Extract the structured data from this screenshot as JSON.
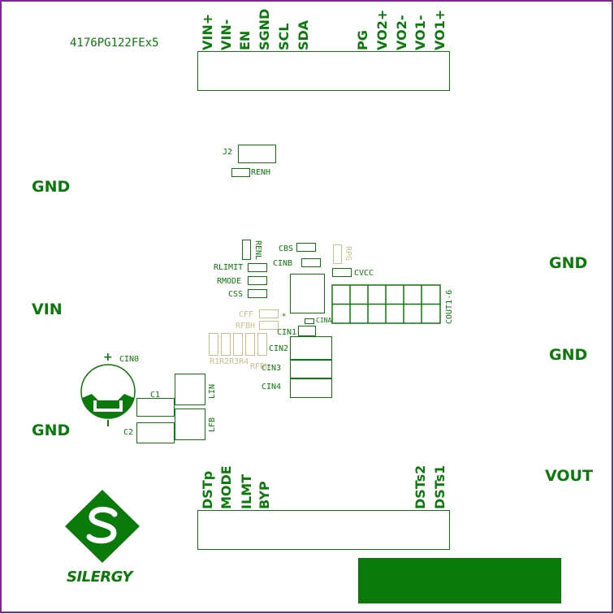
{
  "board": {
    "outline_color": "#7a2a8a",
    "trace_color": "#0a7a0a",
    "silk_faded_color": "#c8bf8a",
    "part_label": "4176PG122FEx5"
  },
  "top_header": {
    "pins": [
      "VIN+",
      "VIN-",
      "EN",
      "SGND",
      "SCL",
      "SDA",
      "PG",
      "VO2+",
      "VO2-",
      "VO1-",
      "VO1+"
    ]
  },
  "bottom_header": {
    "pins_left": [
      "DSTp",
      "MODE",
      "ILMT",
      "BYP"
    ],
    "pins_right": [
      "DSTs2",
      "DSTs1"
    ]
  },
  "side_labels": {
    "gnd_left_top": "GND",
    "vin": "VIN",
    "gnd_left_bottom": "GND",
    "gnd_right_top": "GND",
    "gnd_right_mid": "GND",
    "vout": "VOUT"
  },
  "components": {
    "j2": "J2",
    "renh": "RENH",
    "renl": "RENL",
    "cbs": "CBS",
    "cinb": "CINB",
    "rpg": "RPG",
    "rlimit": "RLIMIT",
    "rmode": "RMODE",
    "css": "CSS",
    "cvcc": "CVCC",
    "cout": "COUT1-6",
    "cff": "CFF",
    "rfbh": "RFBH",
    "cina": "CINA",
    "cin1": "CIN1",
    "cin2": "CIN2",
    "cin3": "CIN3",
    "cin4": "CIN4",
    "r1to4": "R1R2R3R4",
    "rfbl": "RFBL",
    "cin0": "CIN0",
    "plus": "+",
    "c1": "C1",
    "c2": "C2",
    "lin": "LIN",
    "lfb": "LFB"
  },
  "logo": {
    "text": "SILERGY"
  }
}
